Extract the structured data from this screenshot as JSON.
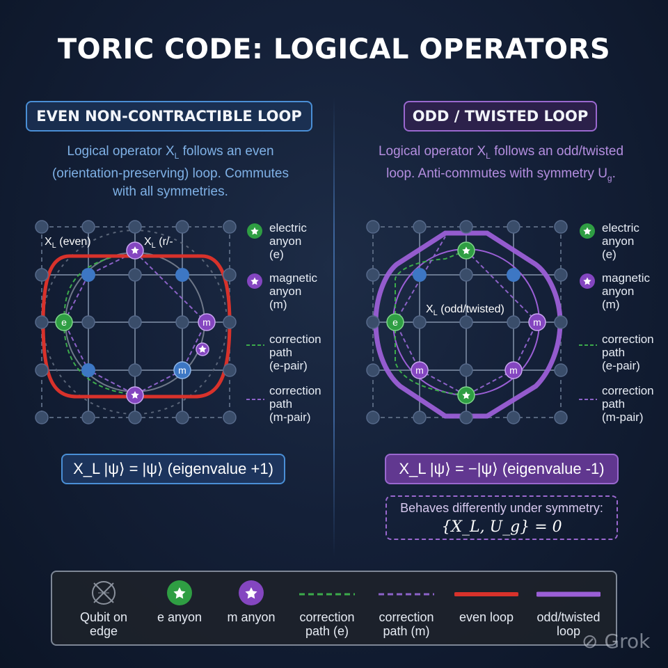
{
  "title": "TORIC CODE: LOGICAL OPERATORS",
  "left": {
    "header": "EVEN NON-CONTRACTIBLE LOOP",
    "desc_line1_pre": "Logical operator X",
    "desc_line1_sub": "L",
    "desc_line1_post": " follows an even",
    "desc_line2": "(orientation-preserving) loop. Commutes",
    "desc_line3": "with all symmetries.",
    "loop_label_main": "X",
    "loop_label_sub": "L",
    "loop_label_rest": " (even)",
    "loop_label2_main": "X",
    "loop_label2_sub": "L",
    "loop_label2_rest": " (r/-",
    "anyon_e": "e",
    "anyon_m": "m",
    "equation": "X_L |ψ⟩ = |ψ⟩ (eigenvalue +1)"
  },
  "right": {
    "header": "ODD / TWISTED LOOP",
    "desc_line1_pre": "Logical operator X",
    "desc_line1_sub": "L",
    "desc_line1_post": " follows an odd/twisted",
    "desc_line2_pre": "loop. Anti-commutes with symmetry U",
    "desc_line2_sub": "g",
    "desc_line2_post": ".",
    "loop_label_main": "X",
    "loop_label_sub": "L",
    "loop_label_rest": " (odd/twisted)",
    "anyon_e": "e",
    "anyon_m": "m",
    "equation": "X_L |ψ⟩ = −|ψ⟩ (eigenvalue -1)",
    "note_line1": "Behaves differently under symmetry:",
    "note_line2": "{X_L, U_g} = 0"
  },
  "side_legend": {
    "electric": [
      "electric",
      "anyon",
      "(e)"
    ],
    "magnetic": [
      "magnetic",
      "anyon",
      "(m)"
    ],
    "corr_e": [
      "correction",
      "path",
      "(e-pair)"
    ],
    "corr_m": [
      "correction",
      "path",
      "(m-pair)"
    ]
  },
  "legend": {
    "qubit": [
      "Qubit on",
      "edge"
    ],
    "e_anyon": "e anyon",
    "m_anyon": "m anyon",
    "corr_e": [
      "correction",
      "path (e)"
    ],
    "corr_m": [
      "correction",
      "path (m)"
    ],
    "even_loop": "even loop",
    "odd_loop": [
      "odd/twisted",
      "loop"
    ]
  },
  "watermark": "Grok",
  "colors": {
    "node": "#3a4d6a",
    "vertex_blue": "#3d77c4",
    "electric_green": "#2f9e43",
    "magnetic_purple": "#8446c0",
    "even_loop_red": "#d8322b",
    "odd_loop_violet": "#9b5fd6",
    "corr_e_green": "#3cab4b",
    "corr_m_violet": "#8c62c8"
  }
}
